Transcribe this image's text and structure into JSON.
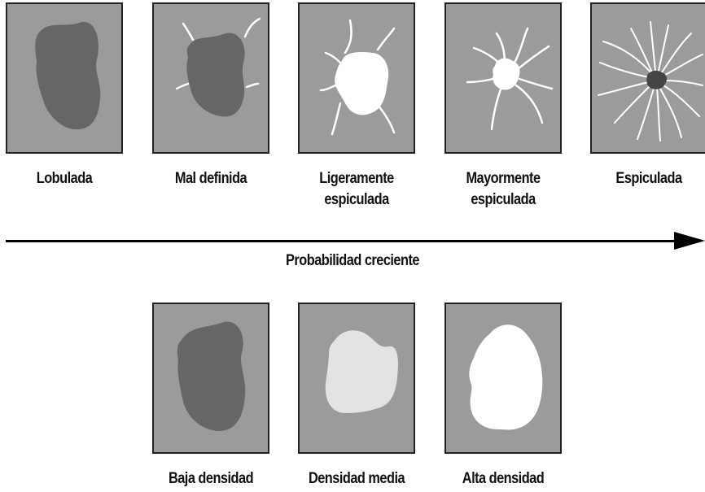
{
  "margin_types": [
    {
      "name": "Lobulada",
      "label_lines": [
        "Lobulada"
      ]
    },
    {
      "name": "Mal definida",
      "label_lines": [
        "Mal definida"
      ]
    },
    {
      "name": "Ligeramente espiculada",
      "label_lines": [
        "Ligeramente",
        "espiculada"
      ]
    },
    {
      "name": "Mayormente espiculada",
      "label_lines": [
        "Mayormente",
        "espiculada"
      ]
    },
    {
      "name": "Espiculada",
      "label_lines": [
        "Espiculada"
      ]
    }
  ],
  "arrow_caption": "Probabilidad creciente",
  "density_types": [
    {
      "name": "Baja densidad",
      "label": "Baja densidad"
    },
    {
      "name": "Densidad media",
      "label": "Densidad media"
    },
    {
      "name": "Alta densidad",
      "label": "Alta densidad"
    }
  ],
  "colors": {
    "panel_background": "#9b9b9b",
    "low_density_mass": "#666666",
    "medium_density_mass": "#e3e3e3",
    "high_density_mass": "#ffffff",
    "spicule": "#ffffff"
  }
}
